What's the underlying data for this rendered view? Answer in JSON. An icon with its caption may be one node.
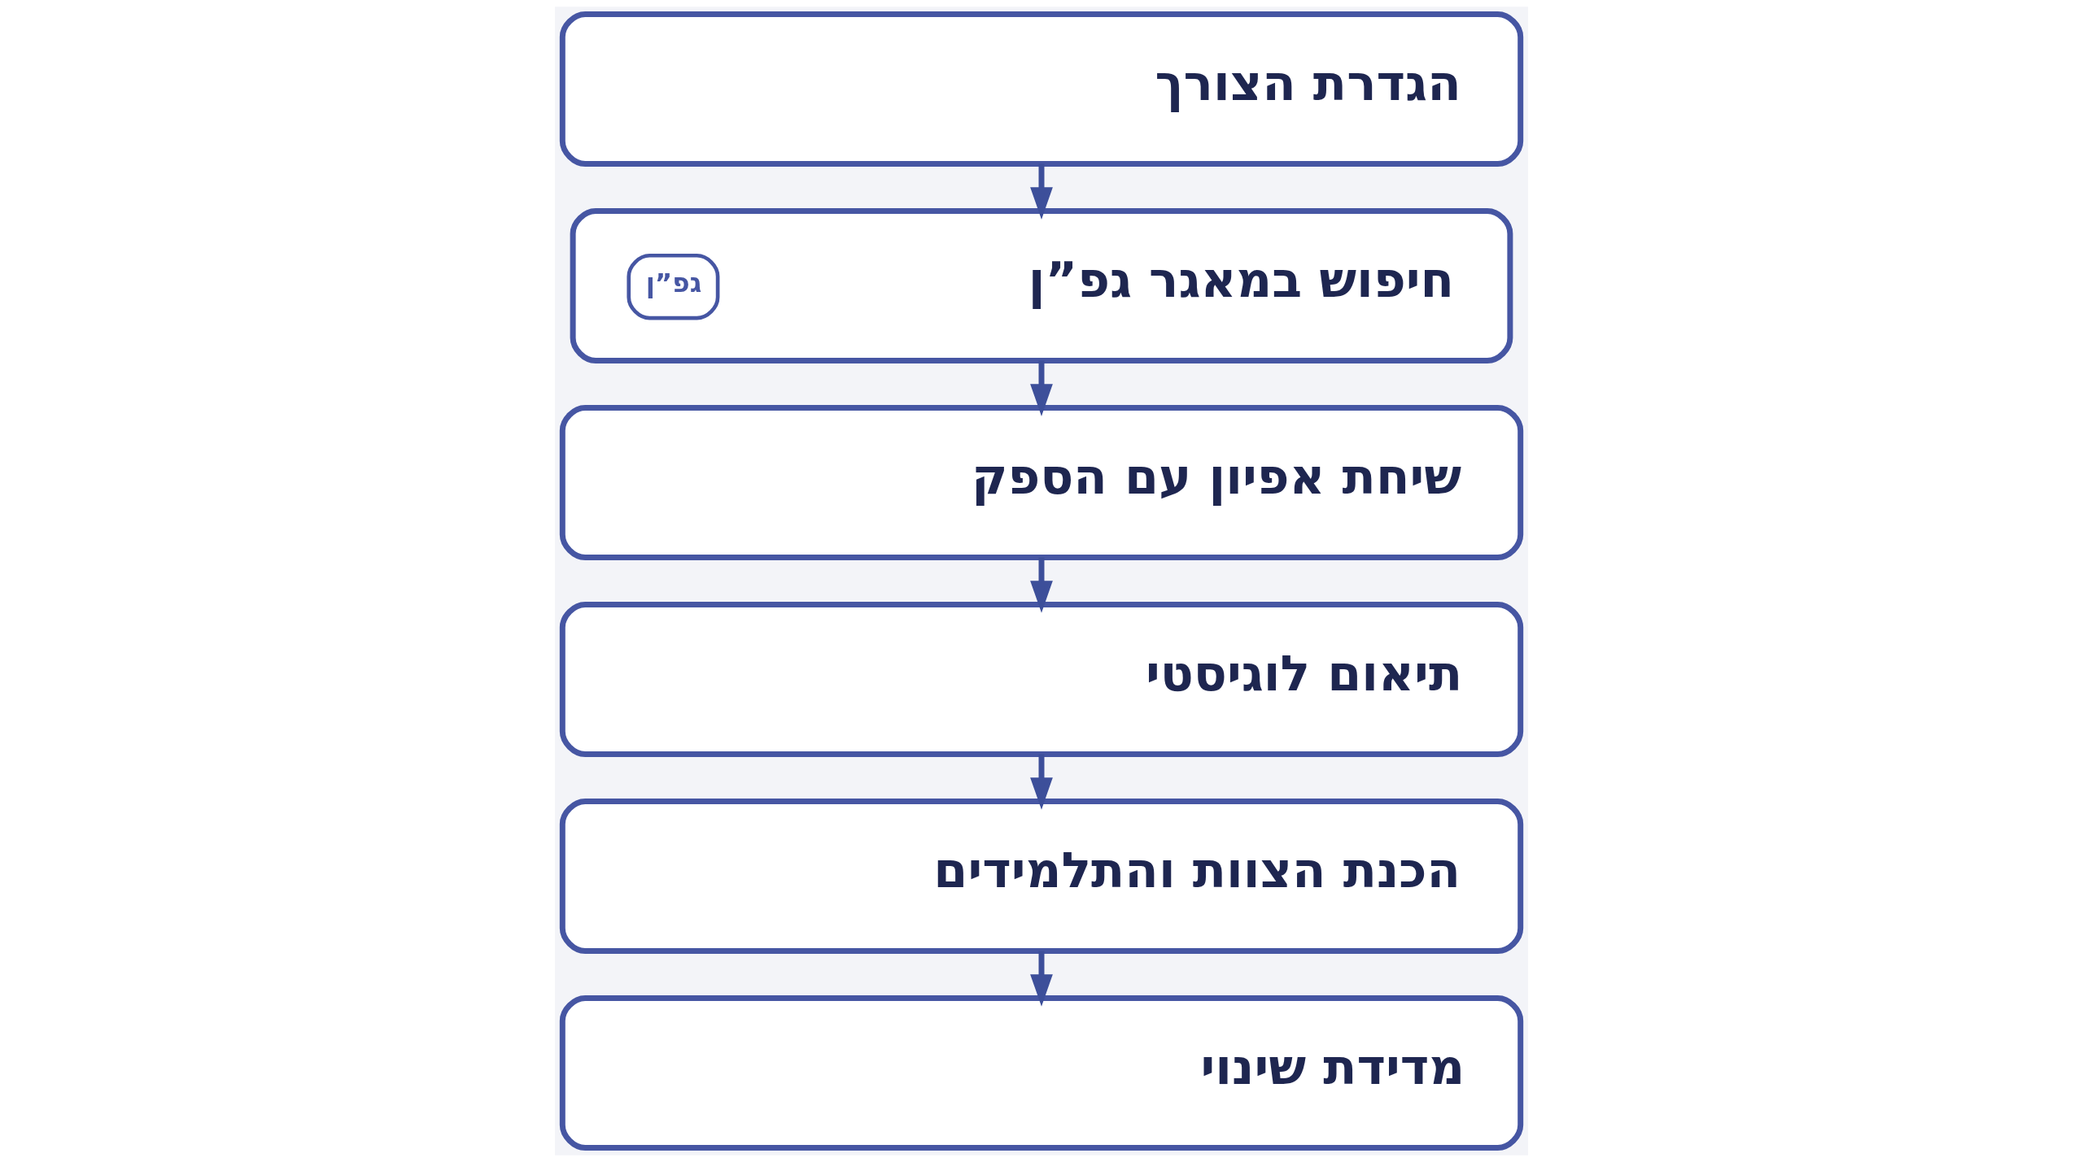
{
  "diagram": {
    "nodes": [
      {
        "text": [
          "הגדרת הצורך"
        ]
      },
      {
        "text": [
          "חיפוש במאגר גפ”ן",
          "גפ”ן"
        ]
      },
      {
        "text": [
          "שיחת אפיון עם הספק"
        ]
      },
      {
        "text": [
          "תיאום לוגיסטי"
        ]
      },
      {
        "text": [
          "הכנת הצוות והתלמידים"
        ]
      },
      {
        "text": [
          "מדידת שינוי"
        ]
      }
    ],
    "edges": [
      {
        "from": 0,
        "to": 1,
        "arrow": "to"
      },
      {
        "from": 1,
        "to": 2,
        "arrow": "to"
      },
      {
        "from": 2,
        "to": 3,
        "arrow": "to"
      },
      {
        "from": 3,
        "to": 4,
        "arrow": "to"
      },
      {
        "from": 4,
        "to": 5,
        "arrow": "to"
      }
    ]
  }
}
